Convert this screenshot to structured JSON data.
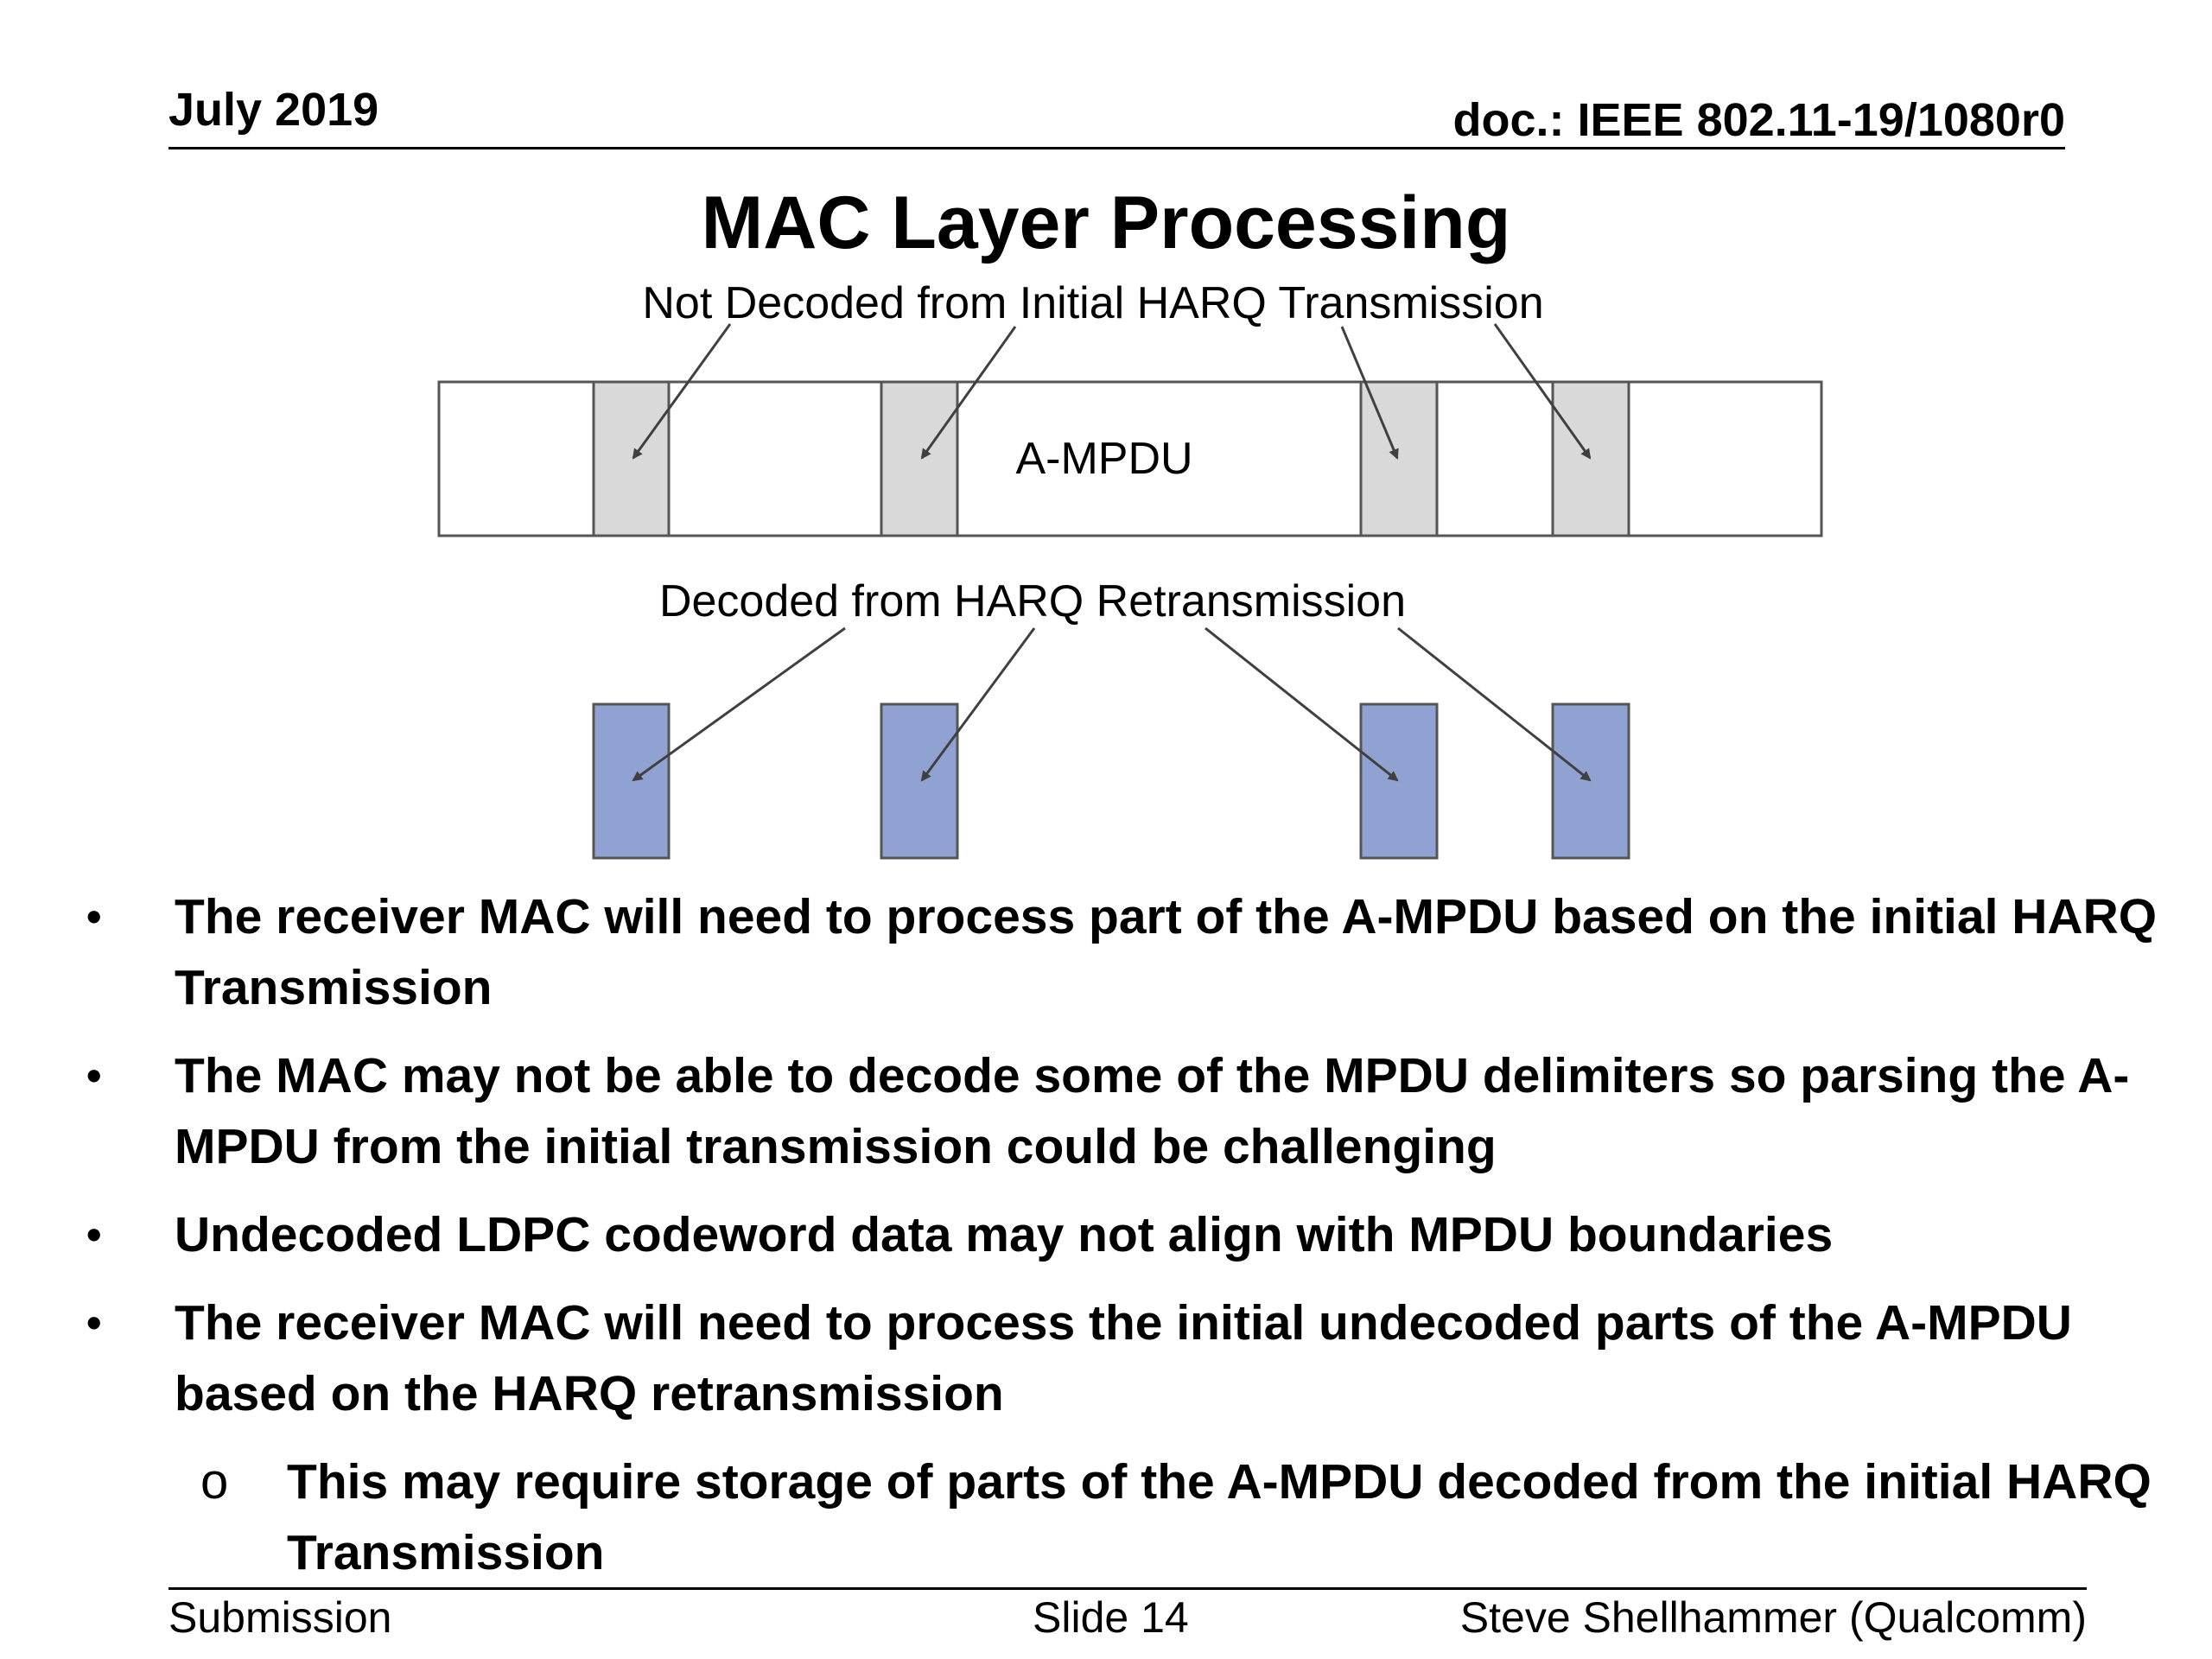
{
  "header": {
    "date": "July 2019",
    "doc_id": "doc.: IEEE 802.11-19/1080r0"
  },
  "title": "MAC Layer Processing",
  "diagram": {
    "label_not_decoded": "Not Decoded from Initial HARQ Transmission",
    "label_ampdu": "A-MPDU",
    "label_decoded": "Decoded from HARQ Retransmission",
    "colors": {
      "undecoded_fill": "#d9d9d9",
      "decoded_fill": "#8fa2d1",
      "outline": "#555555",
      "arrow": "#404040"
    }
  },
  "bullets": [
    {
      "level": 1,
      "marker": "•",
      "text": "The receiver MAC will need to process part of the A-MPDU based on the initial HARQ Transmission"
    },
    {
      "level": 1,
      "marker": "•",
      "text": "The MAC may not be able to decode some of the MPDU delimiters so parsing the A-MPDU from the initial transmission could be challenging"
    },
    {
      "level": 1,
      "marker": "•",
      "text": "Undecoded LDPC codeword data may not align with MPDU boundaries"
    },
    {
      "level": 1,
      "marker": "•",
      "text": "The receiver MAC will need to process the initial undecoded parts of the A-MPDU based on the HARQ retransmission"
    },
    {
      "level": 2,
      "marker": "o",
      "text": "This may require storage of parts of the A-MPDU decoded from the initial HARQ Transmission"
    }
  ],
  "footer": {
    "left": "Submission",
    "center": "Slide 14",
    "right": "Steve Shellhammer (Qualcomm)"
  }
}
